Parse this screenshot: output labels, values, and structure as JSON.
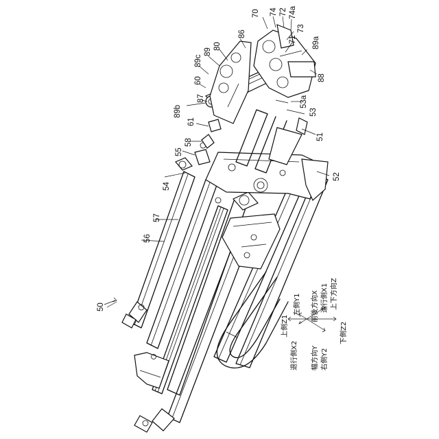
{
  "figure": {
    "assembly_label": "50",
    "reference_numerals": [
      "70",
      "74",
      "72",
      "74a",
      "73",
      "71",
      "89a",
      "88",
      "86",
      "80",
      "89",
      "89c",
      "60",
      "87",
      "89b",
      "53a",
      "53",
      "61",
      "51",
      "58",
      "55",
      "52",
      "54",
      "57",
      "56"
    ],
    "direction_legend": {
      "front_rear": "前後方向X",
      "advance_side": "進行側X1",
      "up_down": "上下方向Z",
      "lower_side": "下側Z2",
      "upper_side": "上側Z1",
      "left_side": "左側Y1",
      "retreat_side": "退行側X2",
      "width_direction": "幅方向Y",
      "right_side": "右側Y2"
    }
  },
  "colors": {
    "ink": "#111111",
    "paper": "#ffffff"
  }
}
